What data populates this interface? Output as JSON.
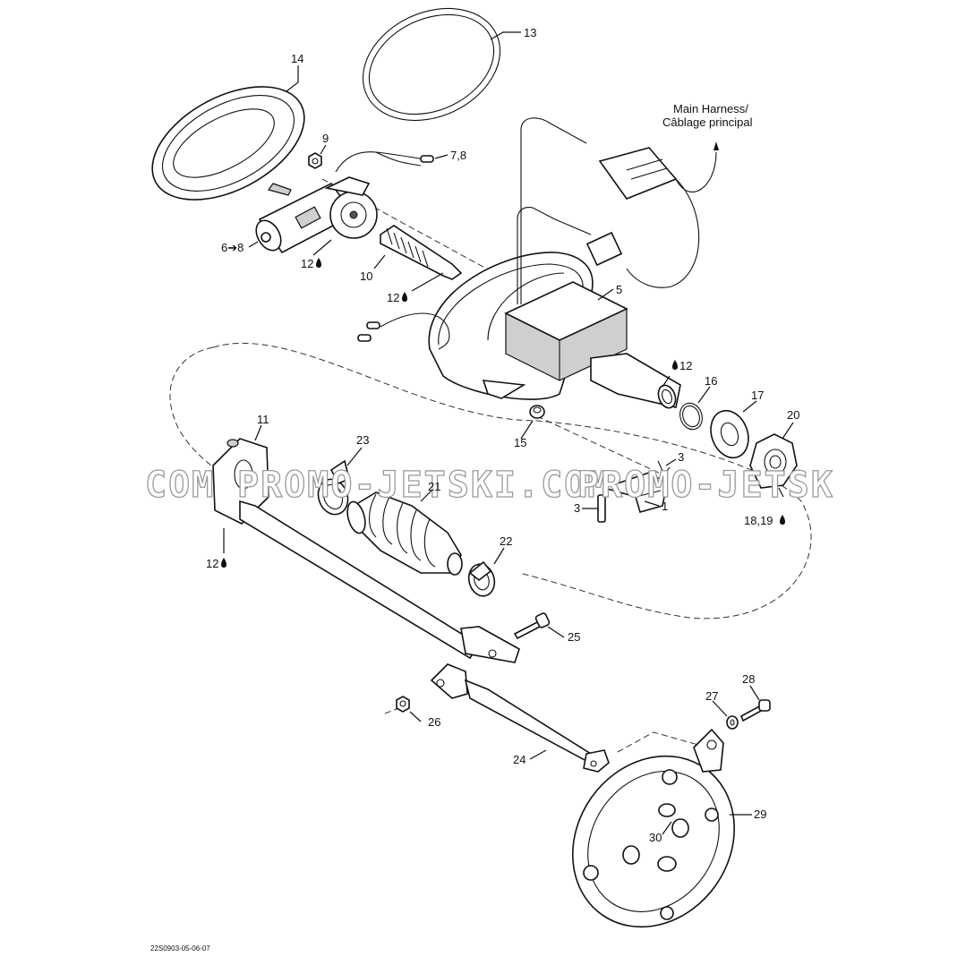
{
  "labels": {
    "p1": "1",
    "p3a": "3",
    "p3b": "3",
    "p5": "5",
    "p6_8": "6➔8",
    "p7_8": "7,8",
    "p9": "9",
    "p10": "10",
    "p11": "11",
    "p12a": "12",
    "p12b": "12",
    "p12c": "12",
    "p12d": "12",
    "p13": "13",
    "p14": "14",
    "p15": "15",
    "p16": "16",
    "p17": "17",
    "p18_19": "18,19",
    "p20": "20",
    "p21": "21",
    "p22": "22",
    "p23": "23",
    "p24": "24",
    "p25": "25",
    "p26": "26",
    "p27": "27",
    "p28": "28",
    "p29": "29",
    "p30": "30"
  },
  "harness": {
    "line1": "Main Harness/",
    "line2": "Câblage principal"
  },
  "watermark": {
    "left": "COM",
    "middle": "PROMO-JETSKI.COM",
    "right": "PROMO-JETSK"
  },
  "reference_code": "22S0903-05-06-07",
  "symbols": {
    "lubricant_drop": "droplet-icon"
  }
}
